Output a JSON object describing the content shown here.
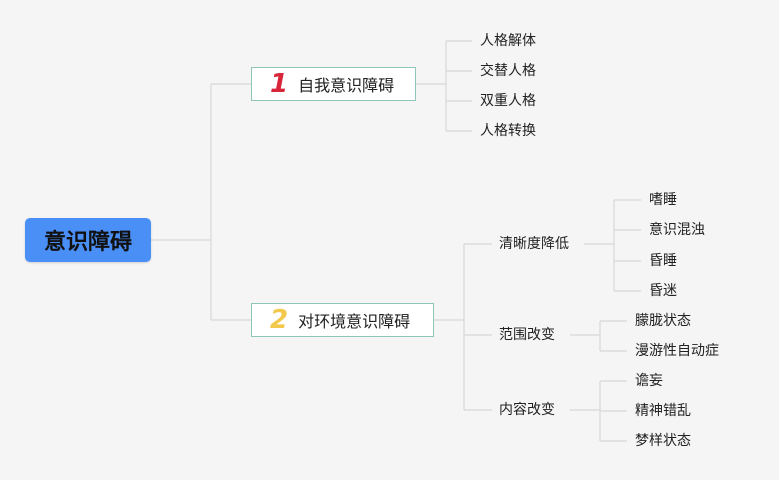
{
  "root": {
    "label": "意识障碍"
  },
  "branches": [
    {
      "number": "1",
      "label": "自我意识障碍",
      "children": [
        "人格解体",
        "交替人格",
        "双重人格",
        "人格转换"
      ]
    },
    {
      "number": "2",
      "label": "对环境意识障碍",
      "subs": [
        {
          "label": "清晰度降低",
          "children": [
            "嗜睡",
            "意识混浊",
            "昏睡",
            "昏迷"
          ]
        },
        {
          "label": "范围改变",
          "children": [
            "朦胧状态",
            "漫游性自动症"
          ]
        },
        {
          "label": "内容改变",
          "children": [
            "谵妄",
            "精神错乱",
            "梦样状态"
          ]
        }
      ]
    }
  ],
  "colors": {
    "root_bg": "#4a8ff5",
    "branch_border": "#8fc6ba",
    "connector": "#d7d7d7",
    "num1": "#d8253a",
    "num2": "#f2c94c"
  }
}
